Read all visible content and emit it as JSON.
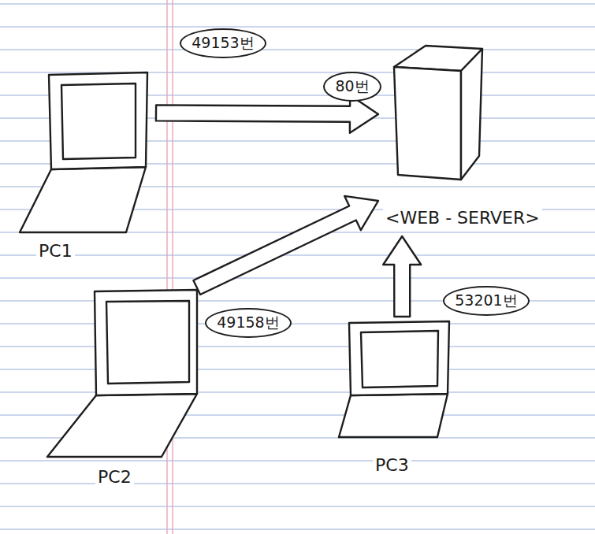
{
  "diagram": {
    "nodes": [
      {
        "text": [
          "PC1"
        ]
      },
      {
        "text": [
          "49153번"
        ]
      },
      {
        "text": [
          "<WEB - SERVER>"
        ]
      },
      {
        "text": [
          "80번"
        ]
      },
      {
        "text": [
          "PC2"
        ]
      },
      {
        "text": [
          "49158번"
        ]
      },
      {
        "text": [
          "53201번"
        ]
      },
      {
        "text": [
          "PC3"
        ]
      }
    ],
    "edges": [
      {
        "from": 0,
        "to": 2,
        "arrow": "to"
      },
      {
        "from": 4,
        "to": 2,
        "arrow": "to"
      },
      {
        "from": 7,
        "to": 2,
        "arrow": "to"
      }
    ]
  }
}
